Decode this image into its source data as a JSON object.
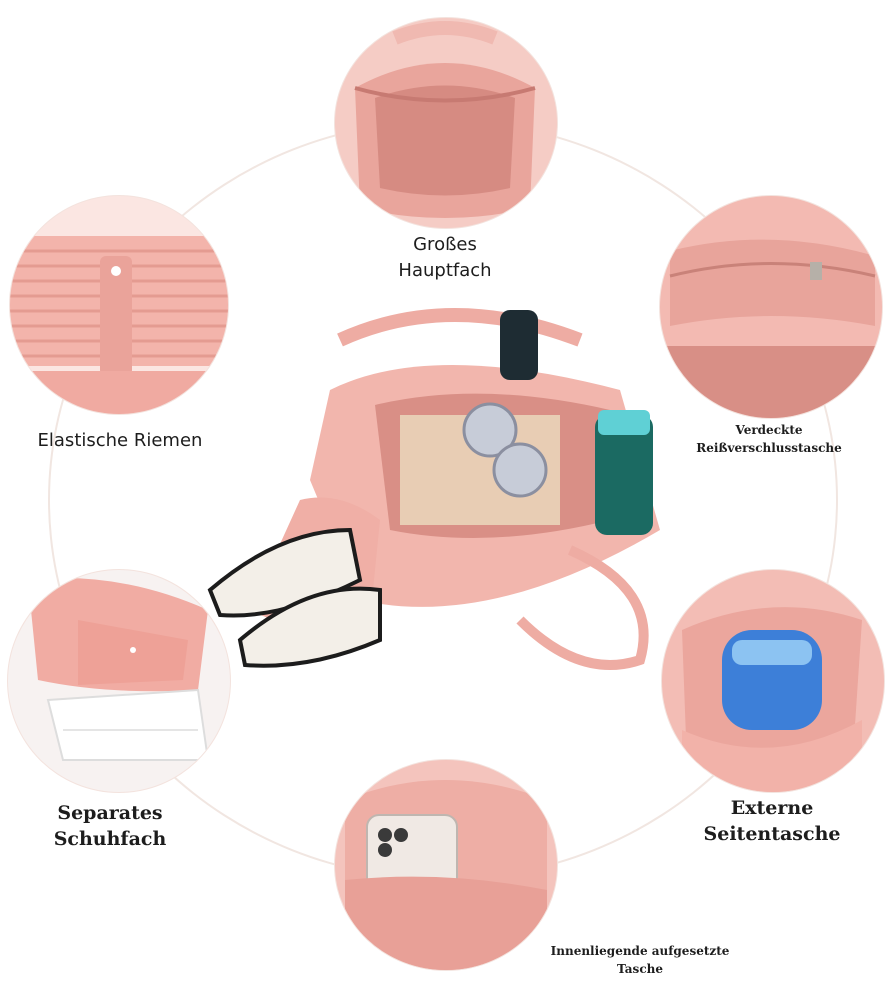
{
  "labels": {
    "main_compartment": [
      "Großes",
      "Hauptfach"
    ],
    "elastic_straps": "Elastische Riemen",
    "hidden_zip_pocket": [
      "Verdeckte",
      "Reißverschlusstasche"
    ],
    "shoe_compartment": [
      "Separates",
      "Schuhfach"
    ],
    "side_pocket": [
      "Externe",
      "Seitentasche"
    ],
    "inner_pocket": [
      "Innenliegende aufgesetzte",
      "Tasche"
    ]
  },
  "colors": {
    "bag_pink": "#f2b6ad",
    "bag_shadow": "#d98f86",
    "ring": "#f1e6e1"
  }
}
